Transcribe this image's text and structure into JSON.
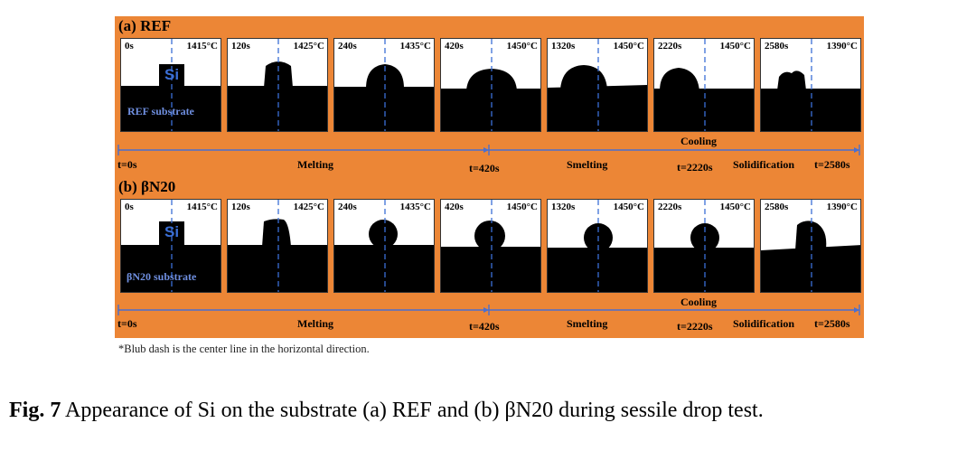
{
  "panels": [
    {
      "title": "(a) REF",
      "substrate_label": "REF substrate",
      "si_label": "Si",
      "frames": [
        {
          "time": "0s",
          "temp": "1415°C"
        },
        {
          "time": "120s",
          "temp": "1425°C"
        },
        {
          "time": "240s",
          "temp": "1435°C"
        },
        {
          "time": "420s",
          "temp": "1450°C"
        },
        {
          "time": "1320s",
          "temp": "1450°C"
        },
        {
          "time": "2220s",
          "temp": "1450°C"
        },
        {
          "time": "2580s",
          "temp": "1390°C"
        }
      ],
      "timeline": {
        "t0": "t=0s",
        "melting": "Melting",
        "t420": "t=420s",
        "smelting": "Smelting",
        "cooling": "Cooling",
        "t2220": "t=2220s",
        "solidification": "Solidification",
        "t2580": "t=2580s"
      }
    },
    {
      "title": "(b) βN20",
      "substrate_label": "βN20 substrate",
      "si_label": "Si",
      "frames": [
        {
          "time": "0s",
          "temp": "1415°C"
        },
        {
          "time": "120s",
          "temp": "1425°C"
        },
        {
          "time": "240s",
          "temp": "1435°C"
        },
        {
          "time": "420s",
          "temp": "1450°C"
        },
        {
          "time": "1320s",
          "temp": "1450°C"
        },
        {
          "time": "2220s",
          "temp": "1450°C"
        },
        {
          "time": "2580s",
          "temp": "1390°C"
        }
      ],
      "timeline": {
        "t0": "t=0s",
        "melting": "Melting",
        "t420": "t=420s",
        "smelting": "Smelting",
        "cooling": "Cooling",
        "t2220": "t=2220s",
        "solidification": "Solidification",
        "t2580": "t=2580s"
      }
    }
  ],
  "footnote": "*Blub dash is the center line in the horizontal direction.",
  "caption": {
    "label": "Fig. 7",
    "text": " Appearance of Si on the substrate (a) REF and (b) βN20 during sessile drop test."
  },
  "colors": {
    "panel_bg": "#ec8636",
    "dash": "#3b6fd6",
    "timeline": "#4a6fd0"
  }
}
